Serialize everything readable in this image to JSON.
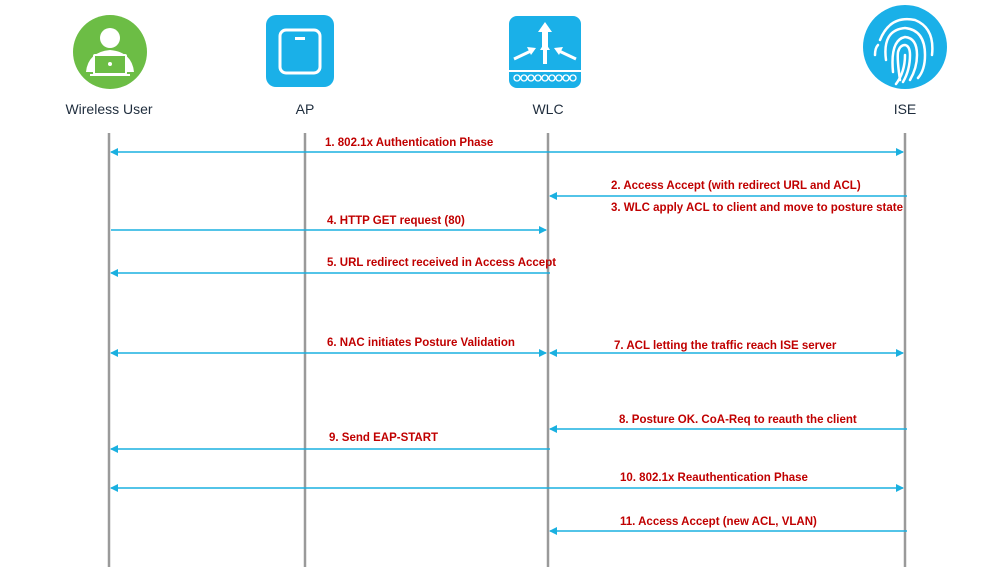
{
  "participants": [
    {
      "id": "user",
      "label": "Wireless User",
      "icon": "user-laptop-icon",
      "color": "#6cbd45"
    },
    {
      "id": "ap",
      "label": "AP",
      "icon": "access-point-icon",
      "color": "#1ab0e8"
    },
    {
      "id": "wlc",
      "label": "WLC",
      "icon": "wireless-controller-icon",
      "color": "#1ab0e8"
    },
    {
      "id": "ise",
      "label": "ISE",
      "icon": "fingerprint-icon",
      "color": "#1ab0e8"
    }
  ],
  "colors": {
    "arrow": "#1ab0e0",
    "label": "#c00000",
    "lifeline": "#9a9a9a"
  },
  "messages": [
    {
      "label": "1. 802.1x Authentication Phase",
      "from": "user",
      "to": "ise",
      "bidirectional": true
    },
    {
      "label": "2. Access Accept (with redirect URL and ACL)",
      "from": "ise",
      "to": "wlc",
      "bidirectional": false
    },
    {
      "label": "3. WLC apply ACL to client and move to posture state",
      "from": null,
      "to": null,
      "bidirectional": false
    },
    {
      "label": "4. HTTP GET request (80)",
      "from": "user",
      "to": "wlc",
      "bidirectional": false
    },
    {
      "label": "5. URL redirect received in Access Accept",
      "from": "wlc",
      "to": "user",
      "bidirectional": false
    },
    {
      "label": "6. NAC initiates Posture Validation",
      "from": "user",
      "to": "wlc",
      "bidirectional": true
    },
    {
      "label": "7. ACL letting the traffic reach ISE server",
      "from": "wlc",
      "to": "ise",
      "bidirectional": true
    },
    {
      "label": "8. Posture OK. CoA-Req to reauth the client",
      "from": "ise",
      "to": "wlc",
      "bidirectional": false
    },
    {
      "label": "9. Send EAP-START",
      "from": "wlc",
      "to": "user",
      "bidirectional": false
    },
    {
      "label": "10. 802.1x Reauthentication Phase",
      "from": "user",
      "to": "ise",
      "bidirectional": true
    },
    {
      "label": "11. Access Accept (new ACL, VLAN)",
      "from": "ise",
      "to": "wlc",
      "bidirectional": false
    }
  ]
}
